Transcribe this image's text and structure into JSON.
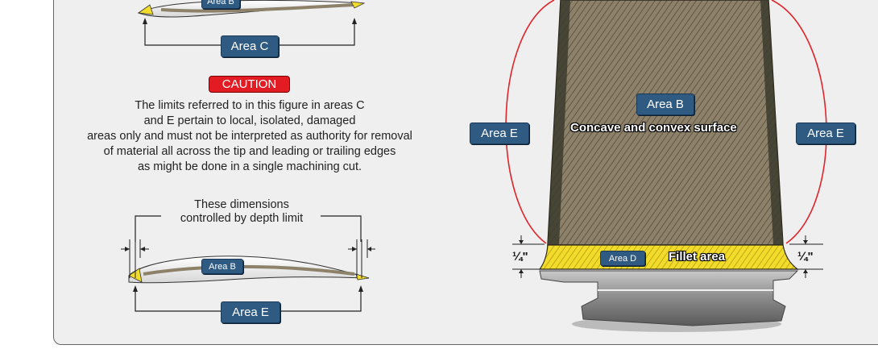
{
  "labels": {
    "area_c_top": "Area C",
    "area_b_top": "Area B",
    "area_b_bottom": "Area B",
    "area_e_bottom": "Area E",
    "area_b_blade": "Area B",
    "area_e_left": "Area E",
    "area_e_right": "Area E",
    "area_d": "Area D"
  },
  "caution": "CAUTION",
  "caution_lines": [
    "The limits referred to in this figure in areas C",
    "and E pertain to local, isolated, damaged",
    "areas only and must not be interpreted as authority for removal",
    "of material all across the tip and leading or trailing edges",
    "as might be done in a single machining cut."
  ],
  "dimension_lines": [
    "These dimensions",
    "controlled by depth limit"
  ],
  "blade_surface_text": "Concave and convex surface",
  "fillet_text": "Fillet area",
  "quarter_left": "¼\"",
  "quarter_right": "¼\"",
  "colors": {
    "label_bg": "#2f5a82",
    "caution_bg": "#e31b23",
    "arc": "#e0242b",
    "fillet": "#f2dc2b",
    "blade": "#8c7f69"
  }
}
